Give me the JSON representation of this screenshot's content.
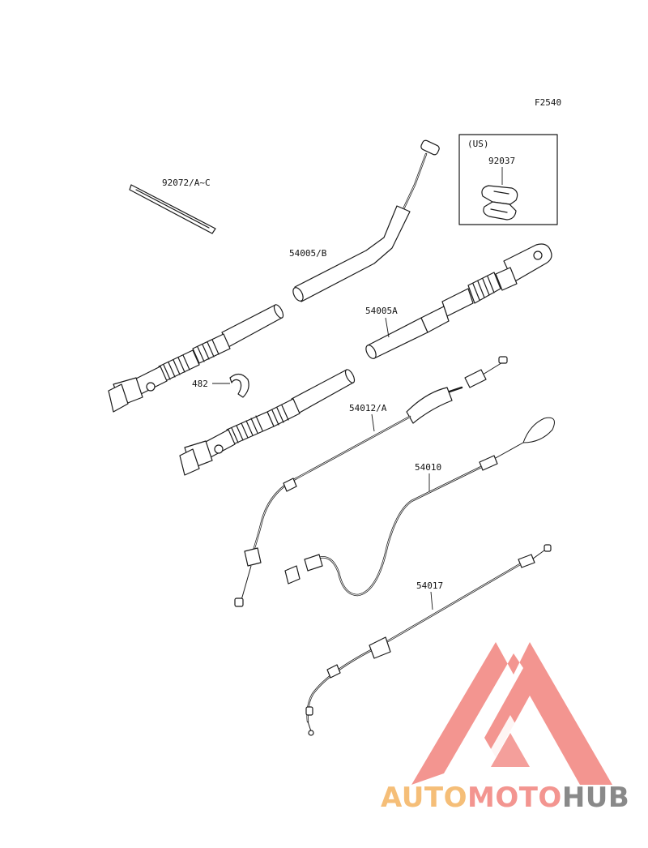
{
  "diagram": {
    "figure_code": "F2540",
    "region_box_label": "(US)",
    "part_numbers": {
      "tie_band": "92072/A~C",
      "holder": "92037",
      "tube_b": "54005/B",
      "tube_a": "54005A",
      "clip": "482",
      "throttle_cable": "54012/A",
      "choke_cable": "54010",
      "clutch_cable": "54017"
    }
  },
  "watermark": {
    "word_auto": "AUTO",
    "word_moto": "MOTO",
    "word_hub": "HUB",
    "colors": {
      "auto": "#f5b76a",
      "moto": "#f28a84",
      "hub": "#7d7d7d",
      "triangle": "#f28a84"
    }
  }
}
